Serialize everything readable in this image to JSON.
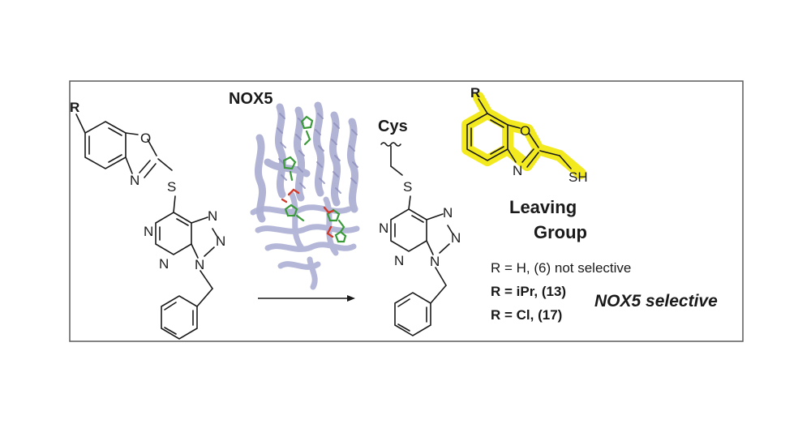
{
  "protein": {
    "label": "NOX5"
  },
  "reactant": {
    "r_label": "R",
    "benzoxazole_atoms": [
      "O",
      "N"
    ],
    "linker_atom": "S",
    "triazolopyrimidine_atoms": [
      "N",
      "N",
      "N",
      "N",
      "N"
    ]
  },
  "product": {
    "cys_label": "Cys",
    "linker_atom": "S",
    "triazolopyrimidine_atoms": [
      "N",
      "N",
      "N",
      "N",
      "N"
    ]
  },
  "leaving_group": {
    "r_label": "R",
    "atoms": [
      "O",
      "N",
      "SH"
    ],
    "title_line1": "Leaving",
    "title_line2": "Group",
    "highlight_color": "#f2ea1e"
  },
  "substituents": [
    {
      "text": "R = H, (6)  not selective",
      "bold": false
    },
    {
      "text": "R = iPr, (13)",
      "bold": true
    },
    {
      "text": "R = Cl, (17)",
      "bold": true
    }
  ],
  "selectivity_label": "NOX5 selective",
  "colors": {
    "protein_ribbon": "#aeb0d4",
    "ligand_green": "#3a9a3a",
    "ligand_red": "#d23a2a",
    "frame": "#5a5a5a"
  }
}
